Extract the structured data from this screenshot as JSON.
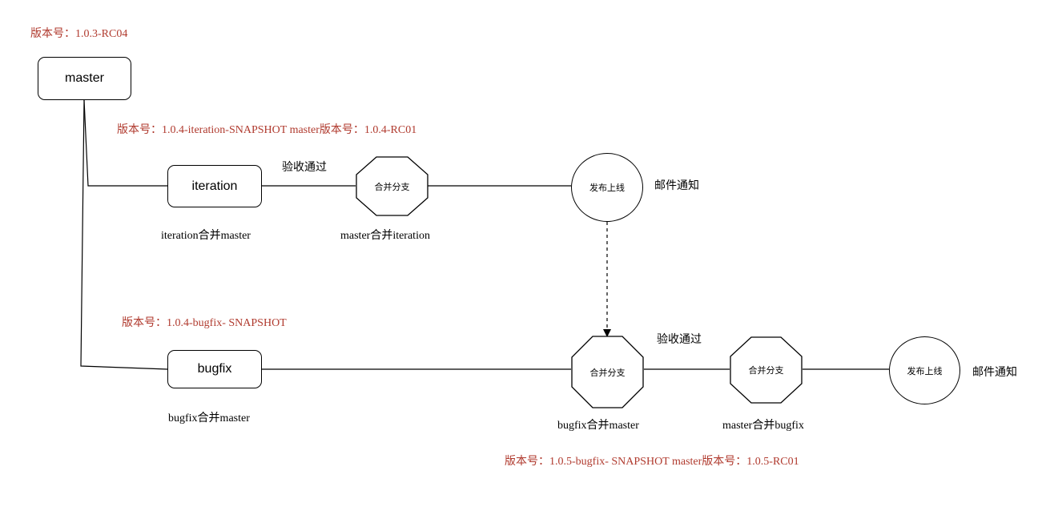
{
  "nodes": {
    "master": "master",
    "iteration": "iteration",
    "bugfix": "bugfix",
    "iteration_merge": "合并分支",
    "iteration_release": "发布上线",
    "bugfix_merge_1": "合并分支",
    "bugfix_merge_2": "合并分支",
    "bugfix_release": "发布上线"
  },
  "version_labels": {
    "master": "版本号：1.0.3-RC04",
    "iteration": "版本号：1.0.4-iteration-SNAPSHOT    master版本号：1.0.4-RC01",
    "bugfix": "版本号：1.0.4-bugfix- SNAPSHOT",
    "bugfix_release": "版本号：1.0.5-bugfix- SNAPSHOT     master版本号：1.0.5-RC01"
  },
  "captions": {
    "iteration_merge_master": "iteration合并master",
    "master_merge_iteration": "master合并iteration",
    "bugfix_merge_master_1": "bugfix合并master",
    "bugfix_merge_master_2": "bugfix合并master",
    "master_merge_bugfix": "master合并bugfix"
  },
  "edge_labels": {
    "iteration_accept": "验收通过",
    "bugfix_accept": "验收通过",
    "iteration_notify": "邮件通知",
    "bugfix_notify": "邮件通知"
  },
  "colors": {
    "version_text": "#b03a2e",
    "stroke": "#000000"
  }
}
